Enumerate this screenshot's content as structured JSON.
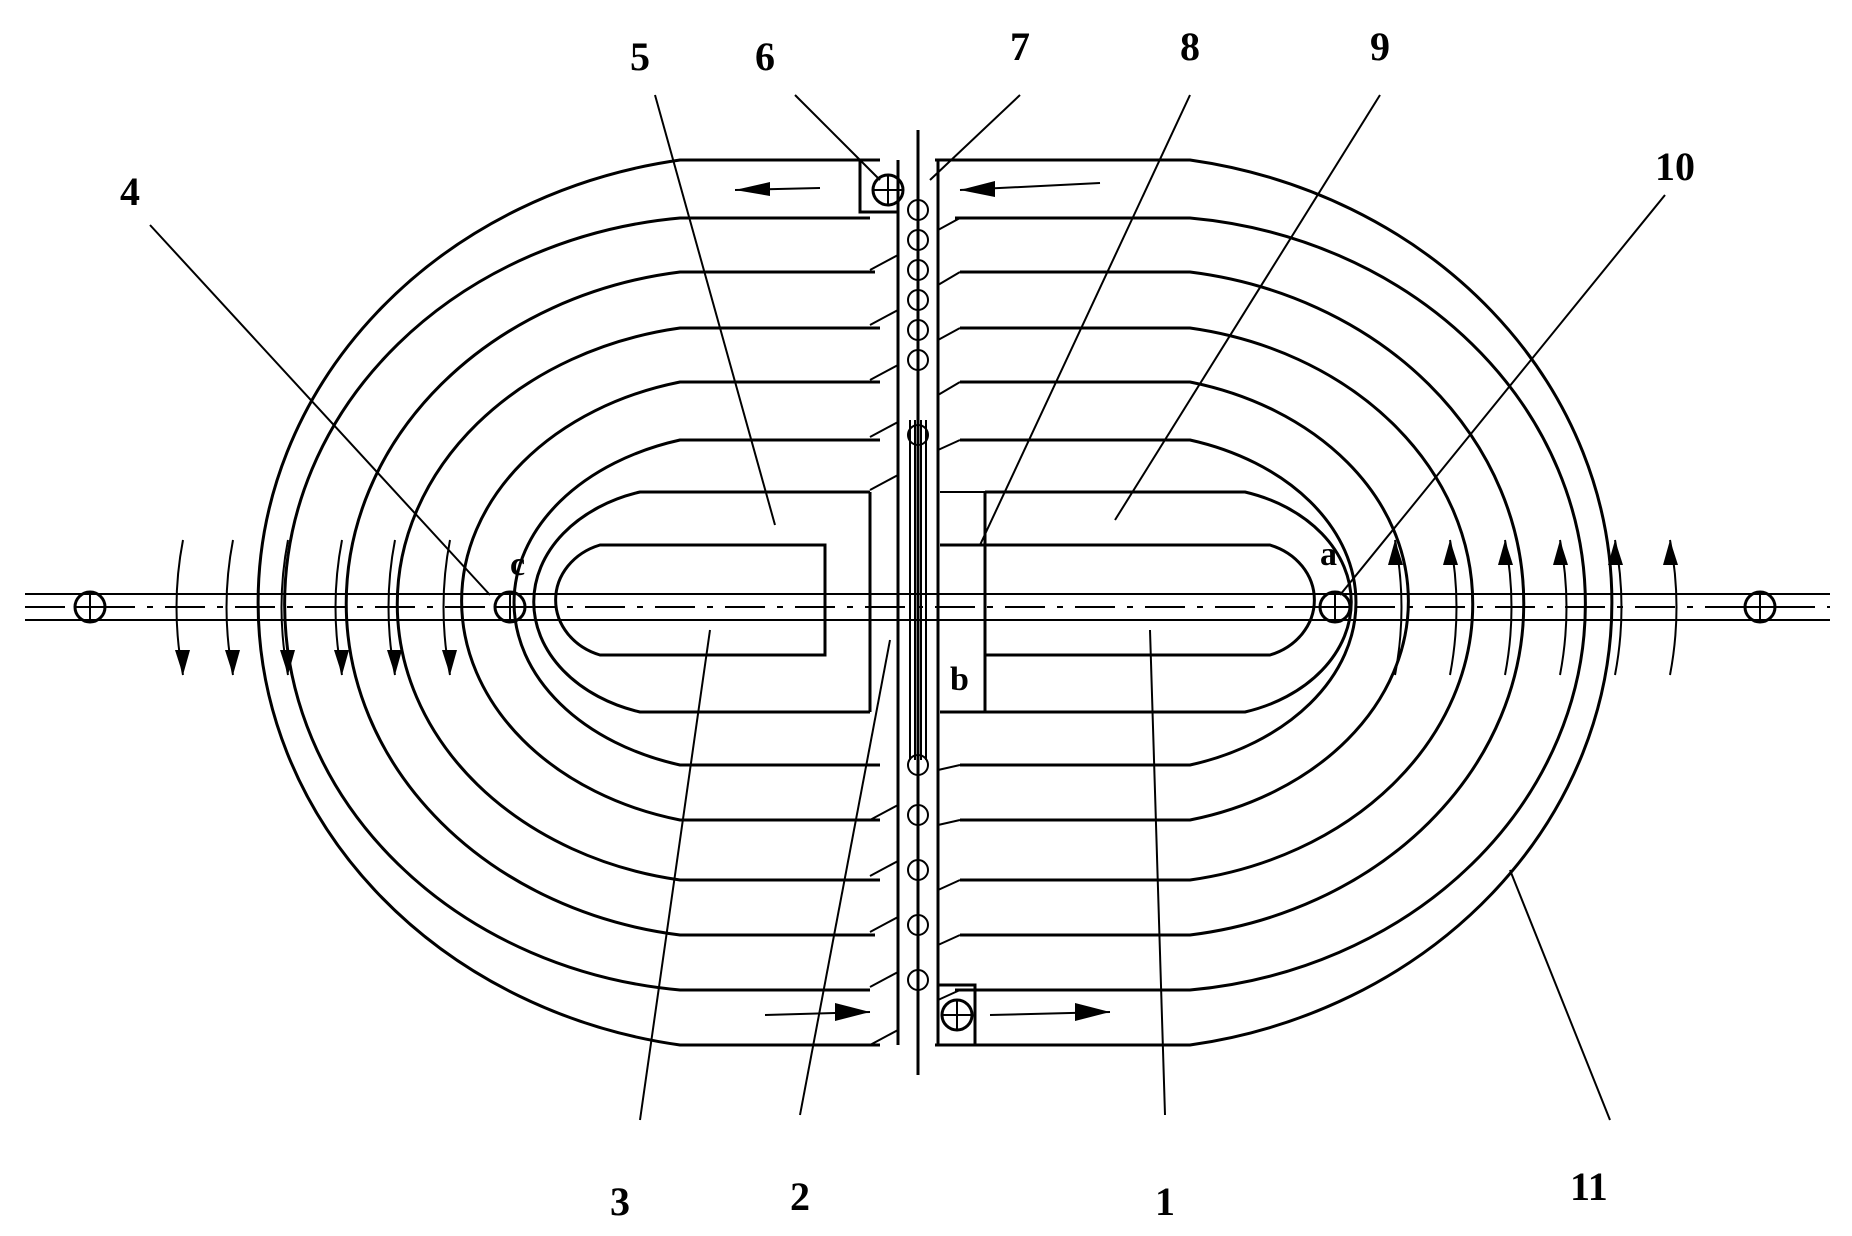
{
  "labels": {
    "n1": "1",
    "n2": "2",
    "n3": "3",
    "n4": "4",
    "n5": "5",
    "n6": "6",
    "n7": "7",
    "n8": "8",
    "n9": "9",
    "n10": "10",
    "n11": "11",
    "a": "a",
    "b": "b",
    "c": "c"
  }
}
